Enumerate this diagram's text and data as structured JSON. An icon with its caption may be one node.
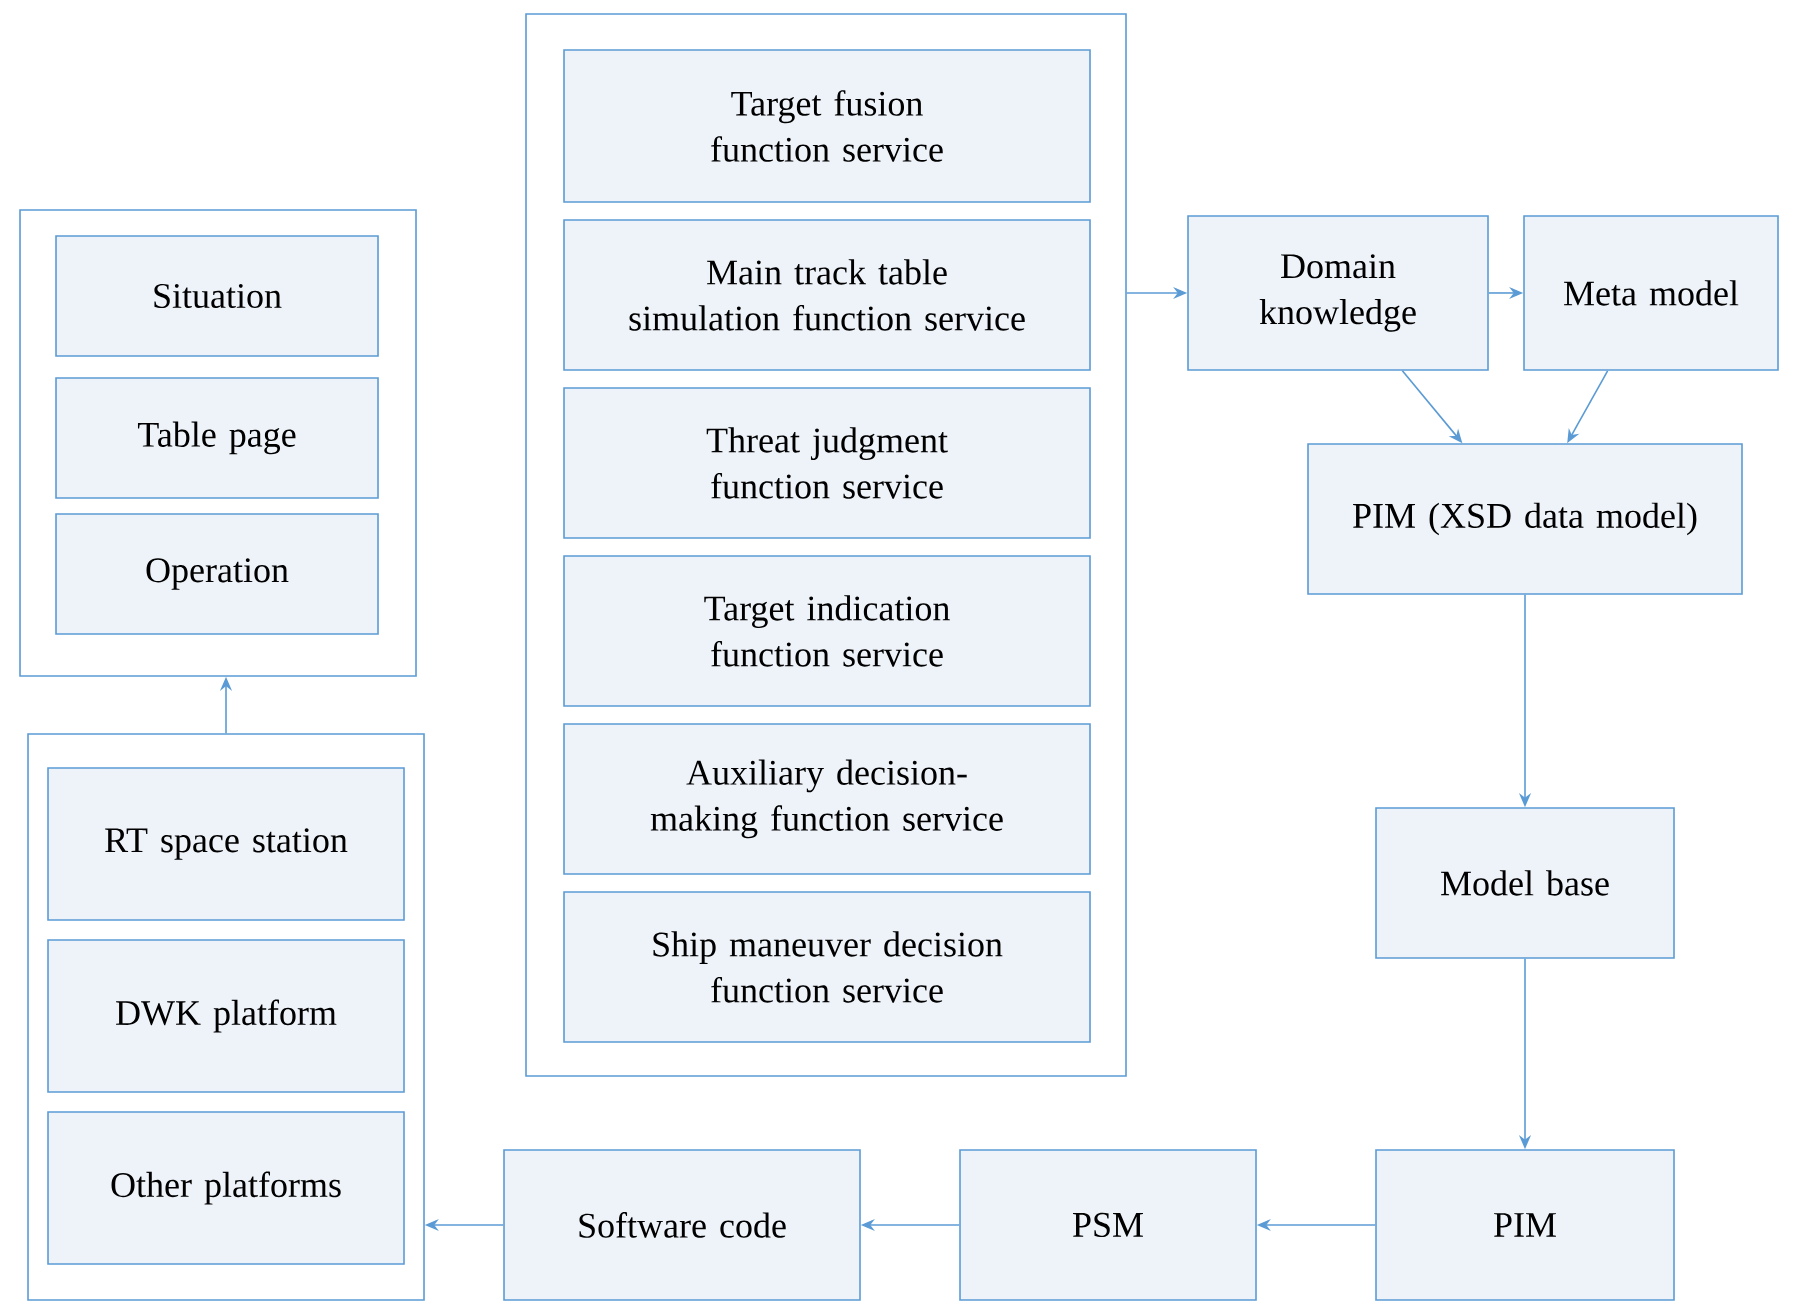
{
  "diagram": {
    "nodes": [
      {
        "text": [],
        "shape": "box"
      },
      {
        "text": [
          "Situation"
        ],
        "in": 0
      },
      {
        "text": [
          "Table page"
        ],
        "in": 0
      },
      {
        "text": [
          "Operation"
        ],
        "in": 0
      },
      {
        "text": [],
        "shape": "box"
      },
      {
        "text": [
          "RT space station"
        ],
        "in": 4
      },
      {
        "text": [
          "DWK platform"
        ],
        "in": 4
      },
      {
        "text": [
          "Other platforms"
        ],
        "in": 4
      },
      {
        "text": [],
        "shape": "box"
      },
      {
        "text": [
          "Target fusion function service"
        ],
        "in": 8
      },
      {
        "text": [
          "Main track table simulation function service"
        ],
        "in": 8
      },
      {
        "text": [
          "Threat judgment function service"
        ],
        "in": 8
      },
      {
        "text": [
          "Target indication function service"
        ],
        "in": 8
      },
      {
        "text": [
          "Auxiliary decision-making function service"
        ],
        "in": 8
      },
      {
        "text": [
          "Ship maneuver decision function service"
        ],
        "in": 8
      },
      {
        "text": [
          "Domain knowledge"
        ]
      },
      {
        "text": [
          "Meta model"
        ]
      },
      {
        "text": [
          "PIM (XSD data model)"
        ]
      },
      {
        "text": [
          "Model base"
        ]
      },
      {
        "text": [
          "PIM"
        ]
      },
      {
        "text": [
          "PSM"
        ]
      },
      {
        "text": [
          "Software code"
        ]
      }
    ],
    "edges": [
      {
        "from": 8,
        "to": 15,
        "arrow": "to"
      },
      {
        "from": 15,
        "to": 16,
        "arrow": "to"
      },
      {
        "from": 15,
        "to": 17,
        "arrow": "to"
      },
      {
        "from": 16,
        "to": 17,
        "arrow": "to"
      },
      {
        "from": 17,
        "to": 18,
        "arrow": "to"
      },
      {
        "from": 18,
        "to": 19,
        "arrow": "to"
      },
      {
        "from": 19,
        "to": 20,
        "arrow": "to"
      },
      {
        "from": 20,
        "to": 21,
        "arrow": "to"
      },
      {
        "from": 21,
        "to": 4,
        "arrow": "to"
      },
      {
        "from": 4,
        "to": 0,
        "arrow": "to"
      }
    ]
  }
}
